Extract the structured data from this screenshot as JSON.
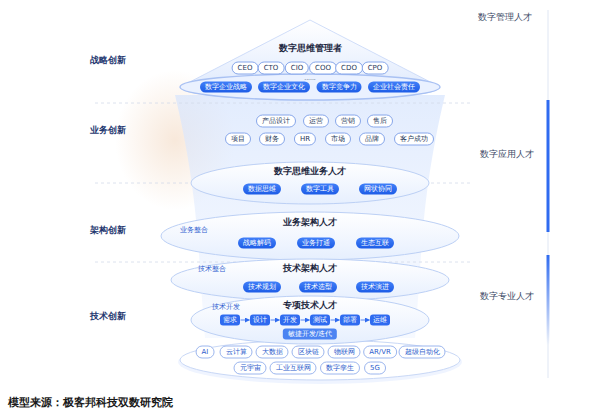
{
  "diagram": {
    "caption": "模型来源：极客邦科技双数研究院",
    "nodes": [
      {
        "text": [
          "数字思维管理者"
        ]
      },
      {
        "text": [
          "CEO"
        ],
        "in": 0
      },
      {
        "text": [
          "CTO"
        ],
        "in": 0
      },
      {
        "text": [
          "CIO"
        ],
        "in": 0
      },
      {
        "text": [
          "COO"
        ],
        "in": 0
      },
      {
        "text": [
          "CDO"
        ],
        "in": 0
      },
      {
        "text": [
          "CPO"
        ],
        "in": 0
      },
      {
        "text": [
          "数字企业战略"
        ],
        "in": 0
      },
      {
        "text": [
          "数字企业文化"
        ],
        "in": 0
      },
      {
        "text": [
          "数字竞争力"
        ],
        "in": 0
      },
      {
        "text": [
          "企业社会责任"
        ],
        "in": 0
      },
      {
        "text": [
          "产品设计"
        ]
      },
      {
        "text": [
          "运营"
        ]
      },
      {
        "text": [
          "营销"
        ]
      },
      {
        "text": [
          "售后"
        ]
      },
      {
        "text": [
          "项目"
        ]
      },
      {
        "text": [
          "财务"
        ]
      },
      {
        "text": [
          "HR"
        ]
      },
      {
        "text": [
          "市场"
        ]
      },
      {
        "text": [
          "品牌"
        ]
      },
      {
        "text": [
          "客户成功"
        ]
      },
      {
        "text": [
          "数字思维业务人才"
        ]
      },
      {
        "text": [
          "数据思维"
        ],
        "in": 21
      },
      {
        "text": [
          "数字工具"
        ],
        "in": 21
      },
      {
        "text": [
          "网状协同"
        ],
        "in": 21
      },
      {
        "text": [
          "业务架构人才"
        ]
      },
      {
        "text": [
          "战略解码"
        ],
        "in": 25
      },
      {
        "text": [
          "业务打通"
        ],
        "in": 25
      },
      {
        "text": [
          "生态互联"
        ],
        "in": 25
      },
      {
        "text": [
          "技术架构人才"
        ]
      },
      {
        "text": [
          "技术规划"
        ],
        "in": 29
      },
      {
        "text": [
          "技术选型"
        ],
        "in": 29
      },
      {
        "text": [
          "技术演进"
        ],
        "in": 29
      },
      {
        "text": [
          "专项技术人才"
        ]
      },
      {
        "text": [
          "需求"
        ],
        "in": 33
      },
      {
        "text": [
          "设计"
        ],
        "in": 33
      },
      {
        "text": [
          "开发"
        ],
        "in": 33
      },
      {
        "text": [
          "测试"
        ],
        "in": 33
      },
      {
        "text": [
          "部署"
        ],
        "in": 33
      },
      {
        "text": [
          "运维"
        ],
        "in": 33
      },
      {
        "text": [
          "敏捷开发/迭代"
        ],
        "in": 33
      },
      {
        "text": [
          "AI"
        ]
      },
      {
        "text": [
          "云计算"
        ]
      },
      {
        "text": [
          "大数据"
        ]
      },
      {
        "text": [
          "区块链"
        ]
      },
      {
        "text": [
          "物联网"
        ]
      },
      {
        "text": [
          "AR/VR"
        ]
      },
      {
        "text": [
          "超级自动化"
        ]
      },
      {
        "text": [
          "元宇宙"
        ]
      },
      {
        "text": [
          "工业互联网"
        ]
      },
      {
        "text": [
          "数字孪生"
        ]
      },
      {
        "text": [
          "5G"
        ]
      }
    ],
    "edges": [
      {
        "from": 34,
        "to": 35,
        "arrow": "to"
      },
      {
        "from": 35,
        "to": 36,
        "arrow": "to"
      },
      {
        "from": 36,
        "to": 37,
        "arrow": "to"
      },
      {
        "from": 37,
        "to": 38,
        "arrow": "to"
      },
      {
        "from": 38,
        "to": 39,
        "arrow": "to"
      }
    ],
    "labels": [
      "战略创新",
      "业务创新",
      "架构创新",
      "技术创新",
      "数字管理人才",
      "数字应用人才",
      "数字专业人才",
      "业务整合",
      "技术整合",
      "技术开发",
      "......"
    ]
  }
}
